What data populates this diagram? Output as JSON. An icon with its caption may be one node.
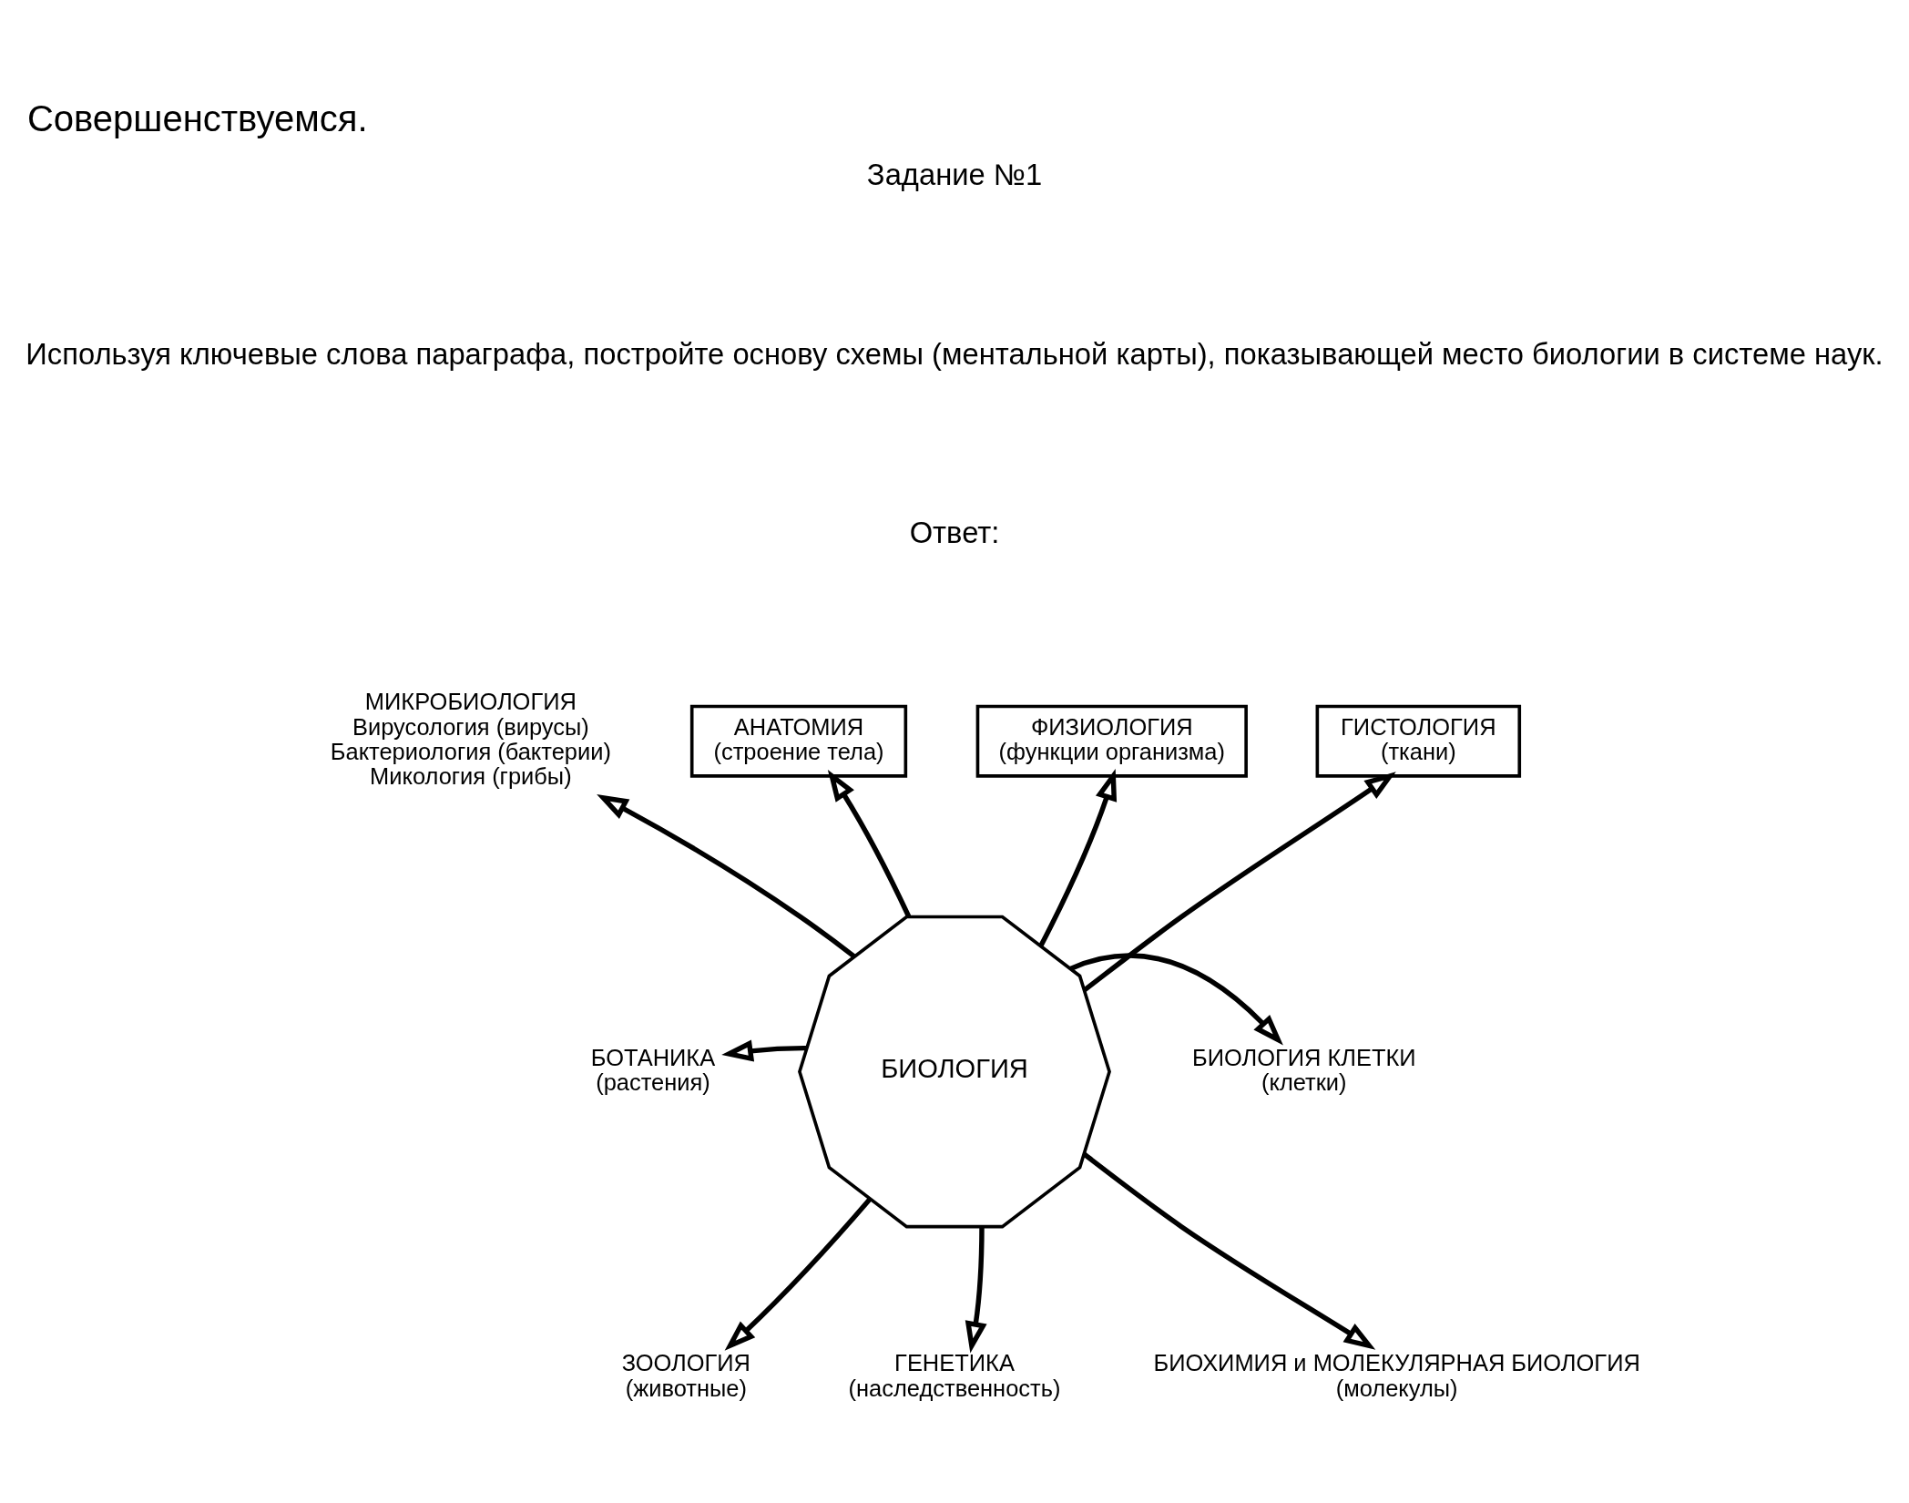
{
  "diagram": {
    "title": "Совершенствуемся.",
    "nodes": [
      {
        "text": [
          "АНАТОМИЯ",
          "(строение тела)"
        ]
      },
      {
        "text": [
          "ФИЗИОЛОГИЯ",
          "(функции организма)"
        ]
      },
      {
        "text": [
          "МИКРОБИОЛОГИЯ",
          "Вирусология (вирусы)",
          "Бактериология (бактерии)",
          "Микология (грибы)"
        ]
      },
      {
        "text": [
          "ГИСТОЛОГИЯ",
          "(ткани)"
        ]
      },
      {
        "text": [
          "БИОЛОГИЯ"
        ]
      },
      {
        "text": [
          "БОТАНИКА",
          "(растения)"
        ]
      },
      {
        "text": [
          "БИОЛОГИЯ КЛЕТКИ",
          "(клетки)"
        ]
      },
      {
        "text": [
          "БИОХИМИЯ и МОЛЕКУЛЯРНАЯ БИОЛОГИЯ",
          "(молекулы)"
        ]
      },
      {
        "text": [
          "ЗООЛОГИЯ",
          "(животные)"
        ]
      },
      {
        "text": [
          "ГЕНЕТИКА",
          "(наследственность)"
        ]
      }
    ],
    "edges": [
      {
        "from": 4,
        "to": 0,
        "arrow": "to"
      },
      {
        "from": 4,
        "to": 1,
        "arrow": "to"
      },
      {
        "from": 4,
        "to": 3,
        "arrow": "to"
      },
      {
        "from": 4,
        "to": 6,
        "arrow": "to"
      },
      {
        "from": 4,
        "to": 7,
        "arrow": "to"
      },
      {
        "from": 4,
        "to": 9,
        "arrow": "to"
      },
      {
        "from": 4,
        "to": 8,
        "arrow": "to"
      },
      {
        "from": 4,
        "to": 5,
        "arrow": "to"
      },
      {
        "from": 4,
        "to": 2,
        "arrow": "to"
      }
    ],
    "labels": [
      "Задание №1",
      "Используя ключевые слова параграфа, постройте основу схемы (ментальной карты), показывающей место биологии в системе наук.",
      "Ответ:"
    ]
  }
}
